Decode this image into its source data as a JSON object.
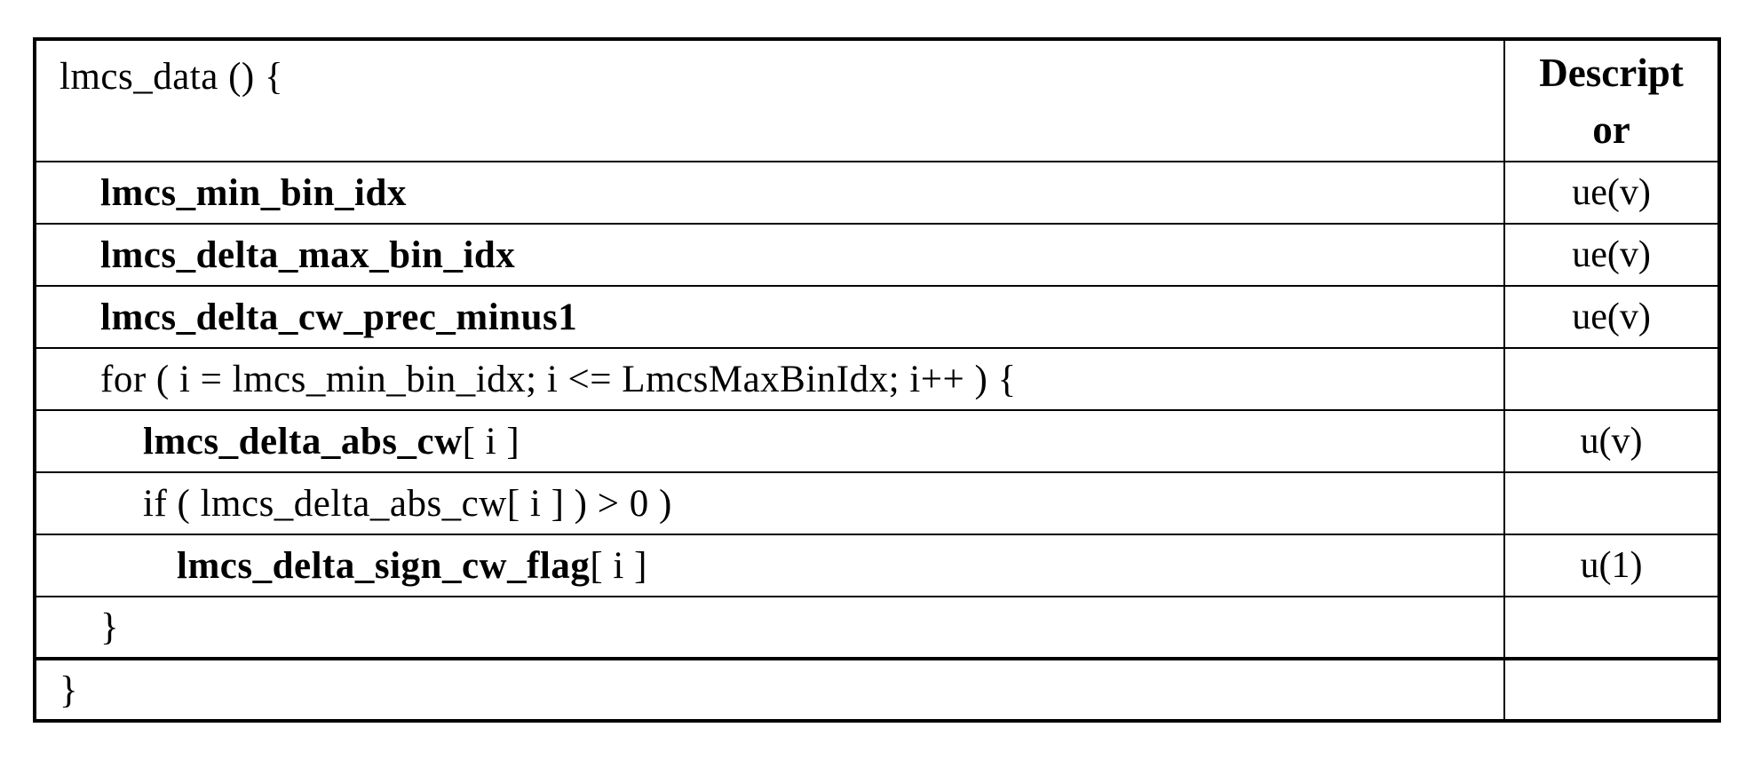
{
  "colors": {
    "background": "#ffffff",
    "text": "#000000",
    "border": "#000000"
  },
  "table": {
    "header": {
      "syntax": "lmcs_data () {",
      "descriptor_lines": [
        "Descript",
        "or"
      ]
    },
    "rows": [
      {
        "bold": "lmcs_min_bin_idx",
        "rest": "",
        "descriptor": "ue(v)"
      },
      {
        "bold": "lmcs_delta_max_bin_idx",
        "rest": "",
        "descriptor": "ue(v)"
      },
      {
        "bold": "lmcs_delta_cw_prec_minus1",
        "rest": "",
        "descriptor": "ue(v)"
      },
      {
        "bold": "",
        "rest": "for ( i = lmcs_min_bin_idx; i <= LmcsMaxBinIdx; i++ ) {",
        "descriptor": ""
      },
      {
        "bold": "lmcs_delta_abs_cw",
        "rest": "[ i ]",
        "descriptor": "u(v)"
      },
      {
        "bold": "",
        "rest": "if ( lmcs_delta_abs_cw[ i ] ) > 0 )",
        "descriptor": ""
      },
      {
        "bold": "lmcs_delta_sign_cw_flag",
        "rest": "[ i ]",
        "descriptor": "u(1)"
      },
      {
        "bold": "",
        "rest": "}",
        "descriptor": ""
      },
      {
        "bold": "",
        "rest": "}",
        "descriptor": ""
      }
    ]
  }
}
